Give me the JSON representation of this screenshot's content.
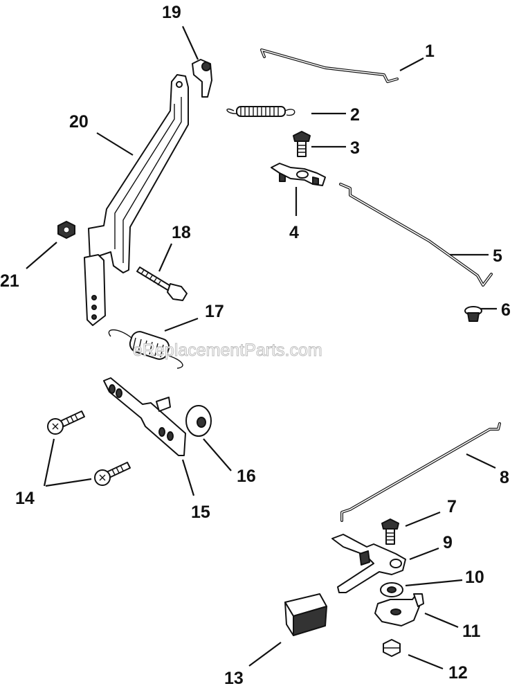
{
  "watermark": "eReplacementParts.com",
  "callouts": [
    {
      "id": "1",
      "label": "1"
    },
    {
      "id": "2",
      "label": "2"
    },
    {
      "id": "3",
      "label": "3"
    },
    {
      "id": "4",
      "label": "4"
    },
    {
      "id": "5",
      "label": "5"
    },
    {
      "id": "6",
      "label": "6"
    },
    {
      "id": "7",
      "label": "7"
    },
    {
      "id": "8",
      "label": "8"
    },
    {
      "id": "9",
      "label": "9"
    },
    {
      "id": "10",
      "label": "10"
    },
    {
      "id": "11",
      "label": "11"
    },
    {
      "id": "12",
      "label": "12"
    },
    {
      "id": "13",
      "label": "13"
    },
    {
      "id": "14",
      "label": "14"
    },
    {
      "id": "15",
      "label": "15"
    },
    {
      "id": "16",
      "label": "16"
    },
    {
      "id": "17",
      "label": "17"
    },
    {
      "id": "18",
      "label": "18"
    },
    {
      "id": "19",
      "label": "19"
    },
    {
      "id": "20",
      "label": "20"
    },
    {
      "id": "21",
      "label": "21"
    }
  ]
}
